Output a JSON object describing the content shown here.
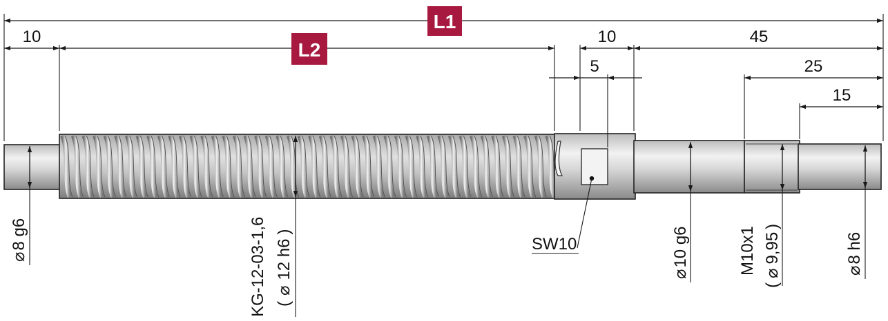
{
  "badges": {
    "l1": "L1",
    "l2": "L2",
    "color": "#a8193f"
  },
  "dimensions": {
    "left_journal_length": "10",
    "step_length": "10",
    "right_end_length": "45",
    "flat_width": "5",
    "thread_section_length": "25",
    "end_journal_length": "15"
  },
  "callouts": {
    "left_journal_dia_symbol": "⌀",
    "left_journal_dia": "8 g6",
    "screw_designation": "KG-12-03-1,6",
    "screw_dia_open": "(",
    "screw_dia_symbol": "⌀",
    "screw_dia": "12 h6",
    "screw_dia_close": ")",
    "wrench_flat": "SW10",
    "bearing_journal_dia_symbol": "⌀",
    "bearing_journal_dia": "10 g6",
    "thread_spec": "M10x1",
    "thread_dia_open": "(",
    "thread_dia_symbol": "⌀",
    "thread_dia": "9,95",
    "thread_dia_close": ")",
    "end_journal_dia_symbol": "⌀",
    "end_journal_dia": "8 h6"
  },
  "colors": {
    "metal_light": "#ededed",
    "metal_dark": "#8c8c8c",
    "line": "#1a1a1a"
  }
}
